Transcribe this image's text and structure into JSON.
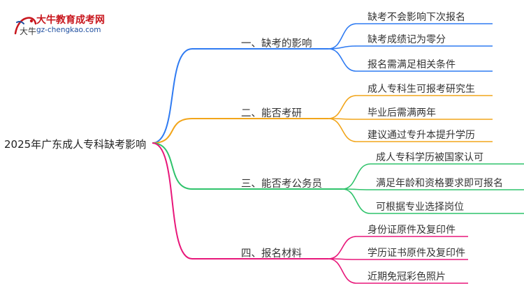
{
  "logo": {
    "name": "大牛教育成考网",
    "url": "gz-chengkao.com",
    "mark": "大牛"
  },
  "root": "2025年广东成人专科缺考影响",
  "colors": {
    "blue": "#2f7bf2",
    "orange": "#f2a51a",
    "green": "#2fc36b",
    "pink": "#e8177a"
  },
  "branches": [
    {
      "label": "一、缺考的影响",
      "color": "blue",
      "leaves": [
        "缺考不会影响下次报名",
        "缺考成绩记为零分",
        "报名需满足相关条件"
      ]
    },
    {
      "label": "二、能否考研",
      "color": "orange",
      "leaves": [
        "成人专科生可报考研究生",
        "毕业后需满两年",
        "建议通过专升本提升学历"
      ]
    },
    {
      "label": "三、能否考公务员",
      "color": "green",
      "leaves": [
        "成人专科学历被国家认可",
        "满足年龄和资格要求即可报名",
        "可根据专业选择岗位"
      ]
    },
    {
      "label": "四、报名材料",
      "color": "pink",
      "leaves": [
        "身份证原件及复印件",
        "学历证书原件及复印件",
        "近期免冠彩色照片"
      ]
    }
  ]
}
